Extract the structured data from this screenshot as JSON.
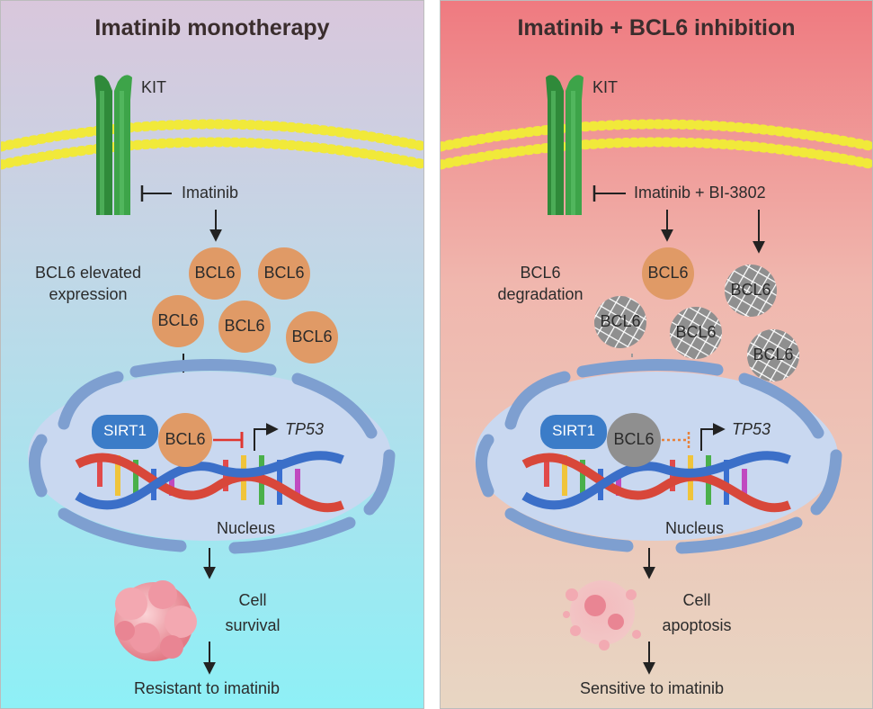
{
  "left": {
    "title": "Imatinib monotherapy",
    "kit_label": "KIT",
    "drug_label": "Imatinib",
    "bcl6_state": "BCL6 elevated\nexpression",
    "bcl6_protein": "BCL6",
    "sirt1": "SIRT1",
    "tp53": "TP53",
    "nucleus": "Nucleus",
    "cell_fate": "Cell\nsurvival",
    "outcome": "Resistant to imatinib"
  },
  "right": {
    "title": "Imatinib + BCL6 inhibition",
    "kit_label": "KIT",
    "drug_label": "Imatinib + BI-3802",
    "bcl6_state": "BCL6\ndegradation",
    "bcl6_protein": "BCL6",
    "sirt1": "SIRT1",
    "tp53": "TP53",
    "nucleus": "Nucleus",
    "cell_fate": "Cell\napoptosis",
    "outcome": "Sensitive to imatinib"
  },
  "colors": {
    "left_top": "#d9c7dc",
    "left_bottom": "#8ef0f6",
    "right_top": "#ef7a80",
    "right_bottom": "#e8d6c3",
    "bcl6": "#e09a66",
    "bcl6_degraded": "#8f8f8f",
    "sirt1": "#3b7cc8",
    "kit": "#2f8a3a",
    "membrane_head": "#f1e93a",
    "nucleus": "#c9d8f0",
    "inhibit_red": "#e0362f",
    "inhibit_orange": "#e8813a"
  }
}
